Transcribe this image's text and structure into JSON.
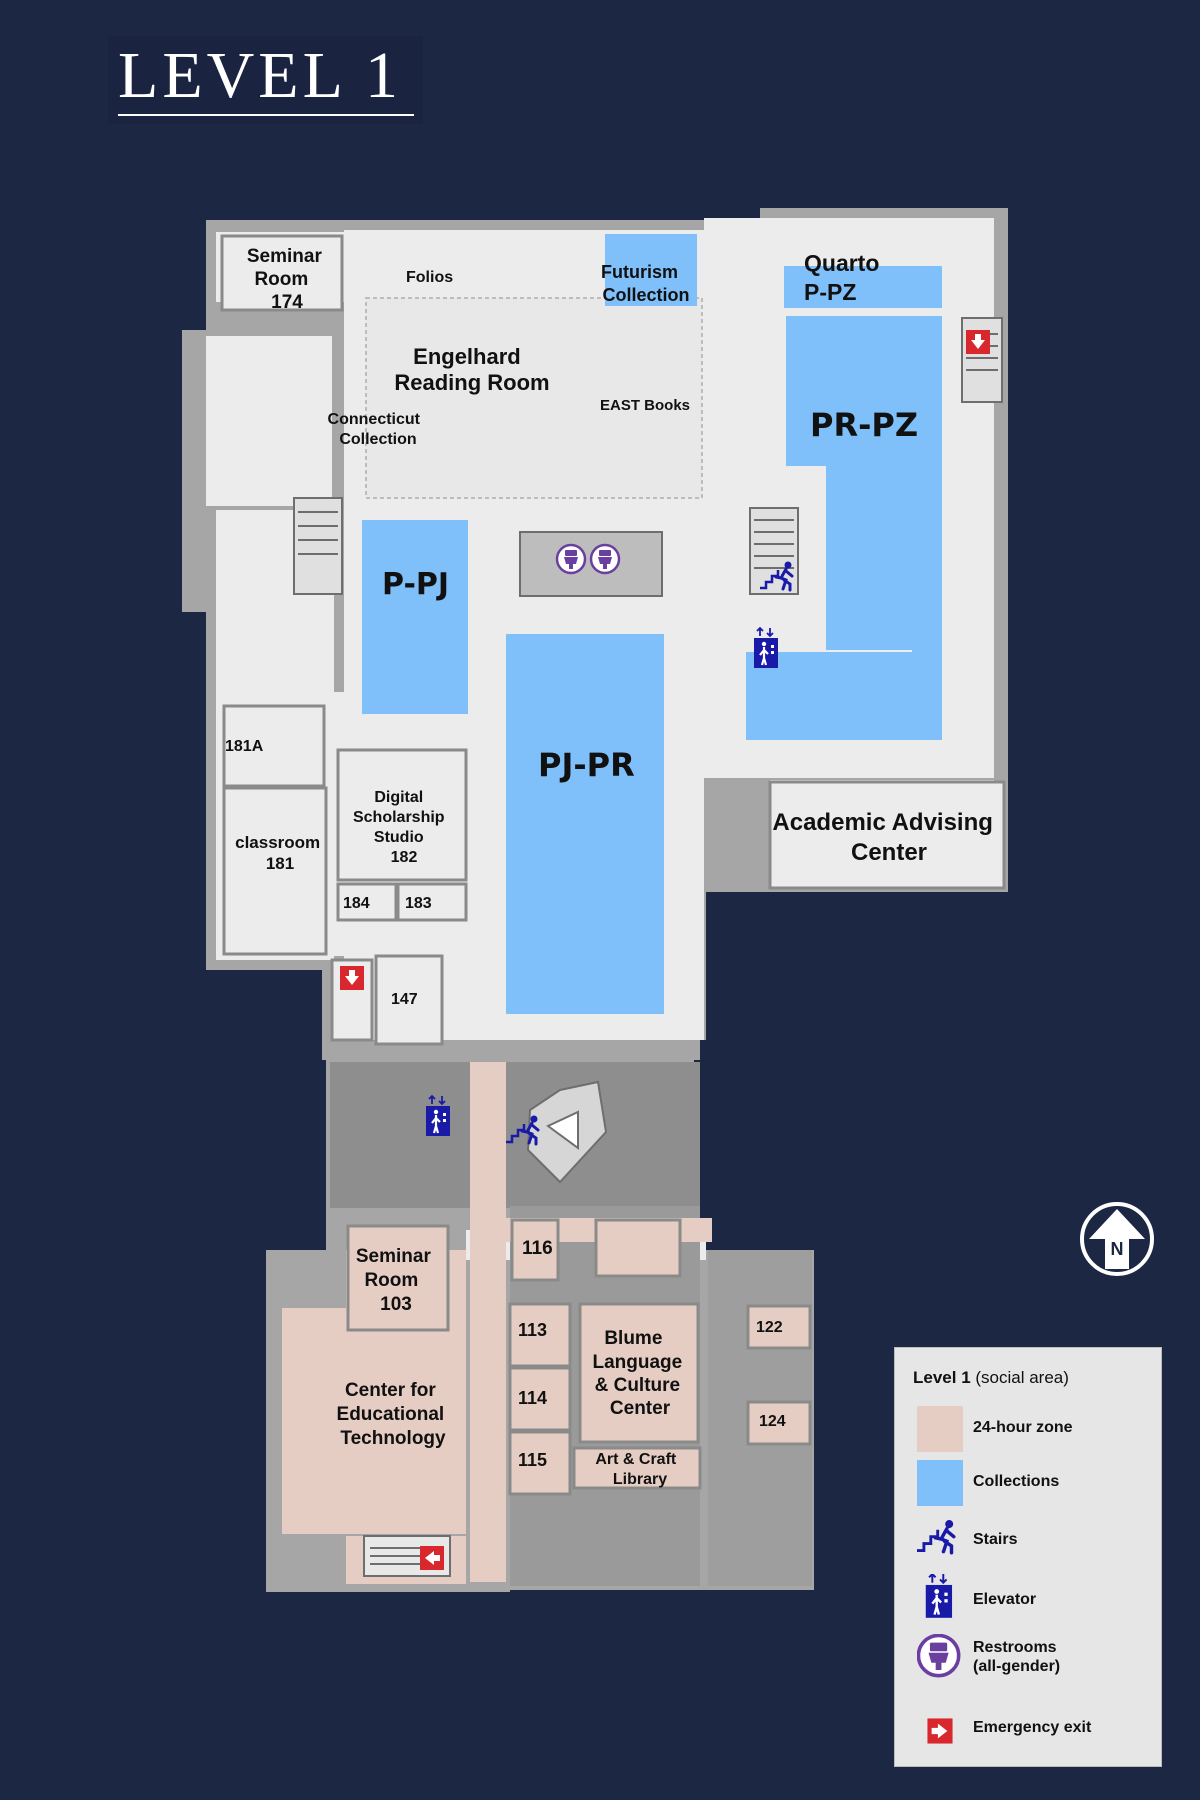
{
  "page_title": "LEVEL 1",
  "rooms": {
    "seminar_174": [
      "Seminar",
      "Room",
      "174"
    ],
    "folios": "Folios",
    "futurism": [
      "Futurism",
      "Collection"
    ],
    "quarto": [
      "Quarto",
      "P-PZ"
    ],
    "engelhard": [
      "Engelhard",
      "Reading Room"
    ],
    "connecticut": [
      "Connecticut",
      "Collection"
    ],
    "east_books": "EAST Books",
    "pr_pz": "PR-PZ",
    "p_pj": "P-PJ",
    "pj_pr": "PJ-PR",
    "r181a": "181A",
    "digital_studio": [
      "Digital",
      "Scholarship",
      "Studio",
      "182"
    ],
    "classroom_181": [
      "classroom",
      "181"
    ],
    "r184": "184",
    "r183": "183",
    "r147": "147",
    "academic_advising": [
      "Academic Advising",
      "Center"
    ],
    "r116": "116",
    "seminar_103": [
      "Seminar",
      "Room",
      "103"
    ],
    "r113": "113",
    "r114": "114",
    "r115": "115",
    "blume": [
      "Blume",
      "Language",
      "& Culture",
      "Center"
    ],
    "art_craft": [
      "Art & Craft",
      "Library"
    ],
    "r122": "122",
    "r124": "124",
    "cet": [
      "Center for",
      "Educational",
      "Technology"
    ]
  },
  "legend": {
    "title_bold": "Level 1",
    "title_rest": " (social area)",
    "items": [
      {
        "label": "24-hour zone",
        "symbol": "zone-24h",
        "color": "#e6cdc4"
      },
      {
        "label": "Collections",
        "symbol": "collections",
        "color": "#7fc0fa"
      },
      {
        "label": "Stairs",
        "symbol": "stairs-icon"
      },
      {
        "label": "Elevator",
        "symbol": "elevator-icon"
      },
      {
        "label": "Restrooms\n(all-gender)",
        "symbol": "restroom-icon"
      },
      {
        "label": "Emergency exit",
        "symbol": "emergency-exit-icon"
      }
    ]
  },
  "colors": {
    "background": "#1c2744",
    "floor": "#ececec",
    "wall": "#a6a6a6",
    "collections": "#7fc0fa",
    "zone_24h": "#e6cdc4",
    "stairs_elevator": "#1a1aa8",
    "restroom": "#6a3fa0",
    "exit": "#d9272e"
  },
  "compass_label": "N"
}
